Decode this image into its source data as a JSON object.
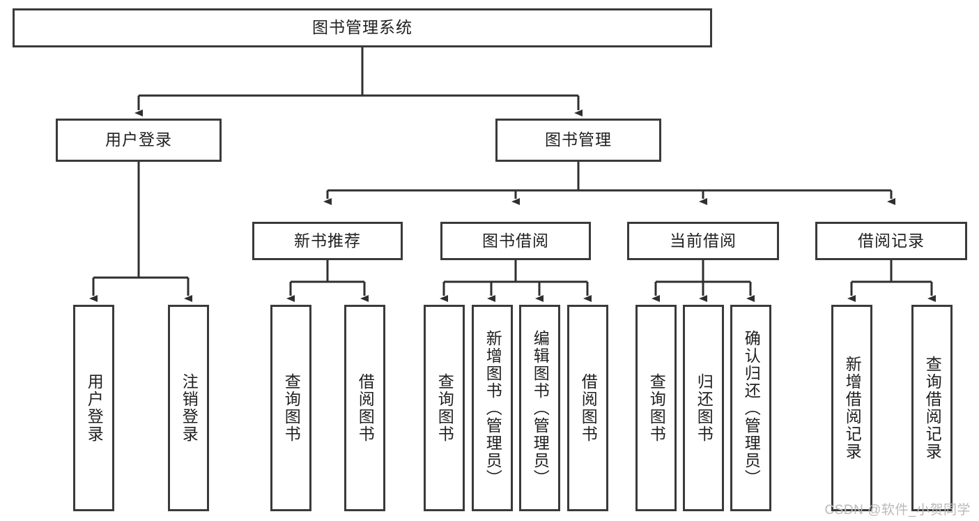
{
  "diagram": {
    "title": "图书管理系统",
    "type": "tree",
    "root": {
      "label": "图书管理系统"
    },
    "level2": [
      {
        "label": "用户登录"
      },
      {
        "label": "图书管理"
      }
    ],
    "level3": [
      {
        "label": "新书推荐"
      },
      {
        "label": "图书借阅"
      },
      {
        "label": "当前借阅"
      },
      {
        "label": "借阅记录"
      }
    ],
    "leaves": {
      "user_login": [
        {
          "label": "用户登录"
        },
        {
          "label": "注销登录"
        }
      ],
      "new_book_recommend": [
        {
          "label": "查询图书"
        },
        {
          "label": "借阅图书"
        }
      ],
      "book_borrow": [
        {
          "label": "查询图书"
        },
        {
          "label": "新增图书（管理员）"
        },
        {
          "label": "编辑图书（管理员）"
        },
        {
          "label": "借阅图书"
        }
      ],
      "current_borrow": [
        {
          "label": "查询图书"
        },
        {
          "label": "归还图书"
        },
        {
          "label": "确认归还（管理员）"
        }
      ],
      "borrow_record": [
        {
          "label": "新增借阅记录"
        },
        {
          "label": "查询借阅记录"
        }
      ]
    }
  },
  "watermark": {
    "text": "CSDN @软件_小贺同学"
  },
  "colors": {
    "stroke": "#3a3a3a",
    "fill": "#ffffff",
    "text": "#1f1f1f",
    "watermark": "#b9b9b9"
  }
}
